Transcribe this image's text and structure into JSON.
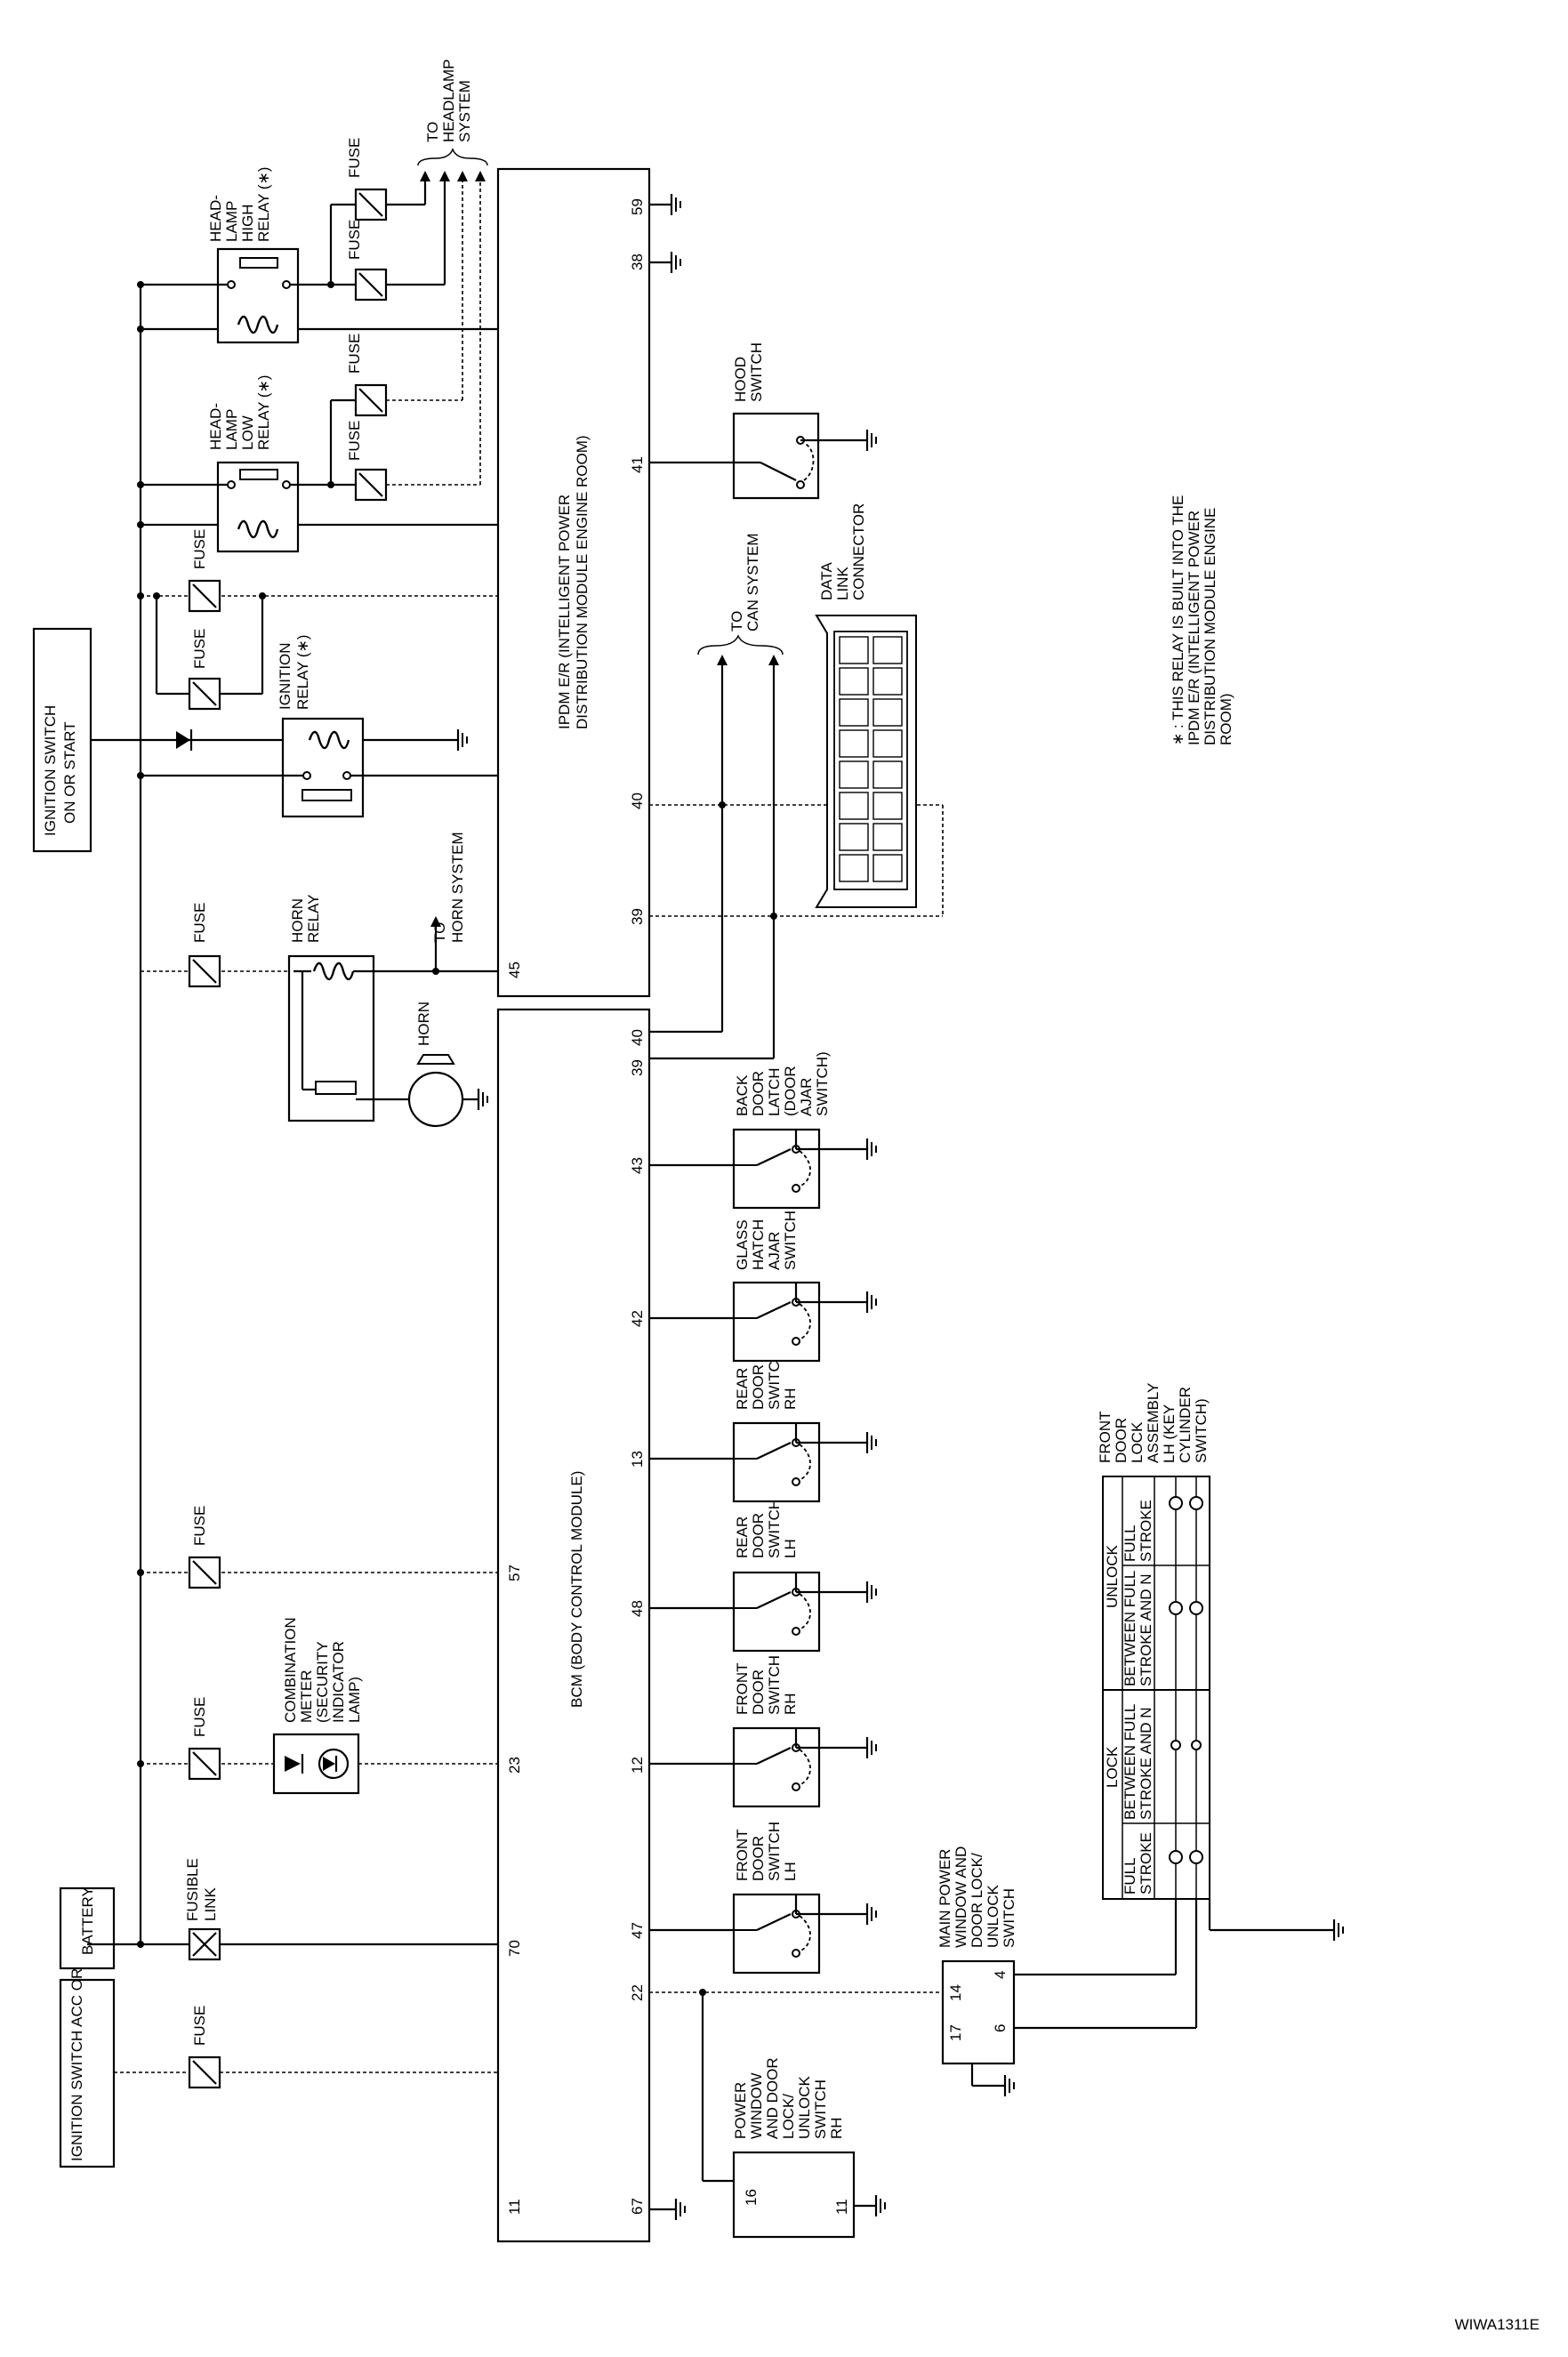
{
  "sources": {
    "ign_acc_on": "IGNITION SWITCH ACC OR ON",
    "battery": "BATTERY",
    "ign_on_start": "IGNITION SWITCH ON OR START"
  },
  "fuse": "FUSE",
  "fusible_link": "FUSIBLE LINK",
  "bcm": {
    "name": "BCM (BODY CONTROL MODULE)",
    "pins_top": [
      "11",
      "70",
      "23",
      "57"
    ],
    "pins_bottom": [
      "67",
      "22",
      "47",
      "12",
      "48",
      "13",
      "42",
      "43",
      "39",
      "40"
    ]
  },
  "ipdm": {
    "name_line1": "IPDM E/R (INTELLIGENT POWER",
    "name_line2": "DISTRIBUTION MODULE ENGINE ROOM)",
    "pins_top": [
      "45"
    ],
    "pins_bottom": [
      "39",
      "40",
      "41",
      "38",
      "59"
    ]
  },
  "components": {
    "combination_meter": [
      "COMBINATION",
      "METER",
      "(SECURITY",
      "INDICATOR",
      "LAMP)"
    ],
    "horn_relay": [
      "HORN",
      "RELAY"
    ],
    "horn": "HORN",
    "to_horn": [
      "TO",
      "HORN SYSTEM"
    ],
    "ignition_relay": [
      "IGNITION",
      "RELAY (∗)"
    ],
    "headlamp_low": [
      "HEAD-",
      "LAMP",
      "LOW",
      "RELAY (∗)"
    ],
    "headlamp_high": [
      "HEAD-",
      "LAMP",
      "HIGH",
      "RELAY (∗)"
    ],
    "to_headlamp": [
      "TO",
      "HEADLAMP",
      "SYSTEM"
    ],
    "to_can": [
      "TO",
      "CAN SYSTEM"
    ],
    "data_link": [
      "DATA",
      "LINK",
      "CONNECTOR"
    ],
    "hood_switch": [
      "HOOD",
      "SWITCH"
    ],
    "power_window_rh": [
      "POWER",
      "WINDOW",
      "AND DOOR",
      "LOCK/",
      "UNLOCK",
      "SWITCH",
      "RH"
    ],
    "power_window_rh_pins": [
      "16",
      "11"
    ],
    "front_door_lh": [
      "FRONT",
      "DOOR",
      "SWITCH",
      "LH"
    ],
    "front_door_rh": [
      "FRONT",
      "DOOR",
      "SWITCH",
      "RH"
    ],
    "rear_door_lh": [
      "REAR",
      "DOOR",
      "SWITCH",
      "LH"
    ],
    "rear_door_rh": [
      "REAR",
      "DOOR",
      "SWITCH",
      "RH"
    ],
    "glass_hatch": [
      "GLASS",
      "HATCH",
      "AJAR",
      "SWITCH"
    ],
    "back_door": [
      "BACK",
      "DOOR",
      "LATCH",
      "(DOOR",
      "AJAR",
      "SWITCH)"
    ],
    "main_power_window": [
      "MAIN POWER",
      "WINDOW AND",
      "DOOR LOCK/",
      "UNLOCK",
      "SWITCH"
    ],
    "main_power_window_pins": [
      "14",
      "17",
      "4",
      "6"
    ],
    "front_door_lock": [
      "FRONT",
      "DOOR",
      "LOCK",
      "ASSEMBLY",
      "LH (KEY",
      "CYLINDER",
      "SWITCH)"
    ]
  },
  "lock_table": {
    "lock": "LOCK",
    "unlock": "UNLOCK",
    "cols": [
      [
        "FULL",
        "STROKE"
      ],
      [
        "BETWEEN FULL",
        "STROKE AND N"
      ],
      [
        "BETWEEN FULL",
        "STROKE AND N"
      ],
      [
        "FULL",
        "STROKE"
      ]
    ]
  },
  "footnote": [
    "∗ : THIS  RELAY IS BUILT INTO THE",
    "IPDM E/R (INTELLIGENT POWER",
    "DISTRIBUTION MODULE ENGINE",
    "ROOM)"
  ],
  "figure_code": "WIWA1311E"
}
